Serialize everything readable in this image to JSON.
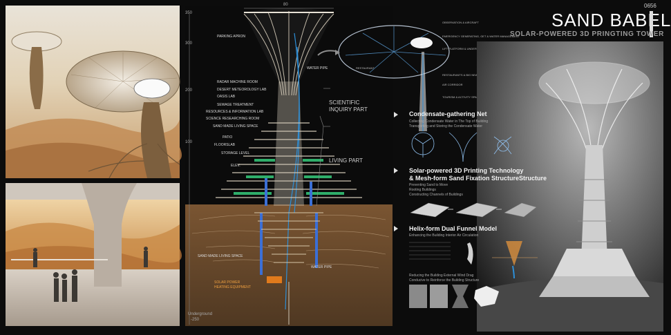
{
  "header": {
    "code": "0656",
    "title": "SAND BABEL",
    "subtitle": "SOLAR-POWERED 3D PRINGTING TOWER"
  },
  "section_scale": {
    "top_width": "80",
    "levels": [
      "350",
      "300",
      "200",
      "100"
    ],
    "underground": "Underground",
    "underground_level": "-250"
  },
  "tower_labels": {
    "parking_apron": "PARKING APRON",
    "water_pipe_top": "WATER PIPE",
    "radar_room": "RADAR MACHINE ROOM",
    "desert_lab": "DESERT METEOROLOGY LAB",
    "oasis_lab": "OASIS LAB",
    "sewage": "SEWAGE TREATMENT",
    "resources": "RESOURCES & INFORMATION LAB",
    "science_room": "SCIENCE RESEARCHING ROOM",
    "living_space": "SAND MADE LIVING SPACE",
    "patio": "PATIO",
    "floorslab": "FLOORSLAB",
    "storage": "STORAGE LEVEL",
    "elev": "ELEV.",
    "scientific_part_1": "SCIENTIFIC",
    "scientific_part_2": "INQUIRY PART",
    "living_part": "LIVING PART",
    "living_space_under": "SAND MADE LIVING SPACE",
    "water_pipe_under": "WATER PIPE",
    "solar_power_1": "SOLAR POWER",
    "solar_power_2": "HEATING EQUIPMENT"
  },
  "detail_labels": {
    "restaurant": "RESTAURANT",
    "observation": "OBSERVATION & AIRCRAFT",
    "emergency": "EMERGENCY GENERATING, GET & WATER MANAGEMENT",
    "lift": "LIFT PLATFORM & UNDERGROUND",
    "restaurants": "RESTAURANTS & BIG NEAT PLATFORMS",
    "air_corridor": "AIR CORRIDOR",
    "tourism": "TOURISM & ACTIVITY SPACE"
  },
  "sections": [
    {
      "heading": "Condensate-gathering Net",
      "body": [
        "Collecting Condensate Water in The Top of Building",
        "Transporting and Storing the Condensate Water"
      ]
    },
    {
      "heading": "Solar-powered 3D Printing Technology",
      "heading2": "& Mesh-form Sand Fixation StructureStructure",
      "body": [
        "Preventing Sand to Move",
        "Rooting Buildings",
        "Constructing Channels of Buildings"
      ]
    },
    {
      "heading": "Helix-form Dual Funnel Model",
      "body": [
        "Enhancing the Building Interior Air Circulation"
      ],
      "footer": [
        "Reducing the Building External Wind Drag",
        "Conducive to Reinforce the Building Structure"
      ]
    }
  ],
  "colors": {
    "background": "#0c0c0c",
    "sand": "#6b4a2c",
    "water_pipe": "#2d8fd8",
    "living_green": "#2fae6a",
    "storage_orange": "#e07a1c",
    "solar_orange": "#f08a1a"
  }
}
